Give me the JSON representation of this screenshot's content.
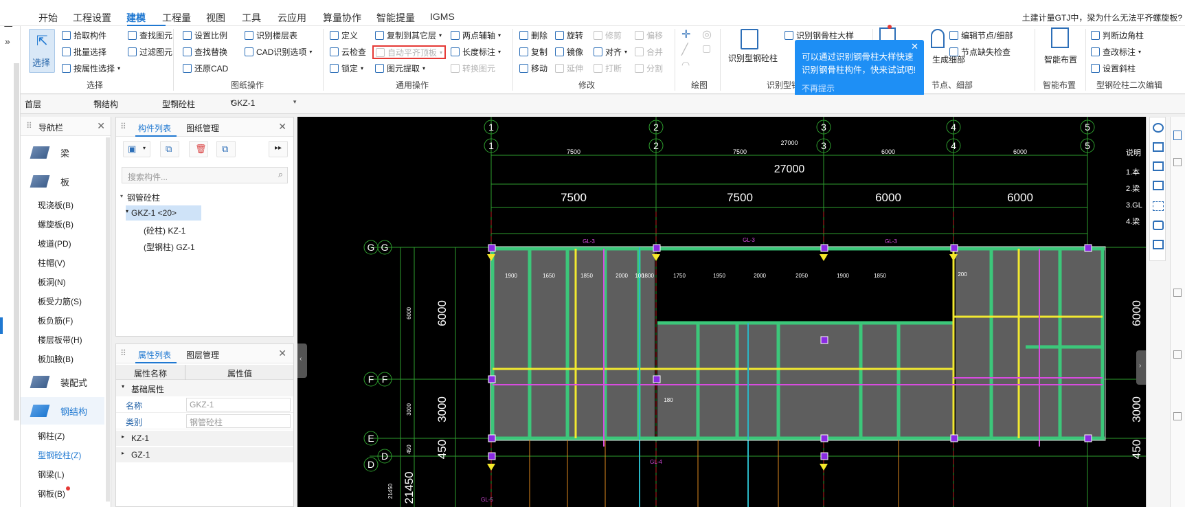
{
  "menu": {
    "tabs": [
      "开始",
      "工程设置",
      "建模",
      "工程量",
      "视图",
      "工具",
      "云应用",
      "算量协作",
      "智能提量",
      "IGMS"
    ],
    "active_tab": "建模",
    "banner": "土建计量GTJ中，梁为什么无法平齐螺旋板?"
  },
  "ribbon": {
    "select_label": "选择",
    "select_group": "选择",
    "g1": [
      "拾取构件",
      "批量选择",
      "按属性选择"
    ],
    "g2": [
      "查找图元",
      "过滤图元"
    ],
    "g3": [
      "设置比例",
      "查找替换",
      "还原CAD"
    ],
    "g4": [
      "识别楼层表",
      "CAD识别选项"
    ],
    "g34_label": "图纸操作",
    "g5": [
      "定义",
      "云检查",
      "锁定"
    ],
    "g6": [
      "复制到其它层",
      "自动平齐顶板",
      "图元提取"
    ],
    "g7": [
      "两点辅轴",
      "长度标注",
      "转换图元"
    ],
    "g57_label": "通用操作",
    "g8": [
      "删除",
      "复制",
      "移动"
    ],
    "g9": [
      "旋转",
      "镜像",
      "延伸"
    ],
    "g10": [
      "修剪",
      "对齐",
      "打断"
    ],
    "g11": [
      "偏移",
      "合并",
      "分割"
    ],
    "g8_label": "修改",
    "draw_label": "绘图",
    "steel_big": "识别型钢砼柱",
    "steel_small": "识别钢骨柱大样",
    "steel_label": "识别型钢",
    "node_big": "生成细部",
    "node_items": [
      "编辑节点/细部",
      "节点缺失检查"
    ],
    "node_label": "节点、细部",
    "smart_big": "智能布置",
    "smart_label": "智能布置",
    "sec_items": [
      "判断边角柱",
      "查改标注",
      "设置斜柱"
    ],
    "sec_label": "型钢砼柱二次编辑"
  },
  "tooltip": {
    "text": "可以通过识别钢骨柱大样快速识别钢骨柱构件，快来试试吧!",
    "dismiss": "不再提示"
  },
  "selectors": [
    "首层",
    "钢结构",
    "型钢砼柱",
    "GKZ-1"
  ],
  "nav": {
    "title": "导航栏",
    "big_items": [
      "梁",
      "板",
      "装配式",
      "钢结构"
    ],
    "slab_items": [
      "现浇板(B)",
      "螺旋板(B)",
      "坡道(PD)",
      "柱帽(V)",
      "板洞(N)",
      "板受力筋(S)",
      "板负筋(F)",
      "楼层板带(H)",
      "板加腋(B)"
    ],
    "steel_items": [
      "钢柱(Z)",
      "型钢砼柱(Z)",
      "钢梁(L)",
      "钢板(B)"
    ],
    "active_item": "型钢砼柱(Z)"
  },
  "comp_panel": {
    "tabs": [
      "构件列表",
      "图纸管理"
    ],
    "search_placeholder": "搜索构件...",
    "tree_root": "钢管砼柱",
    "tree_selected": "GKZ-1 <20>",
    "tree_children": [
      "(砼柱) KZ-1",
      "(型钢柱) GZ-1"
    ]
  },
  "prop_panel": {
    "tabs": [
      "属性列表",
      "图层管理"
    ],
    "col_name": "属性名称",
    "col_value": "属性值",
    "group": "基础属性",
    "rows": [
      {
        "name": "名称",
        "value": "GKZ-1"
      },
      {
        "name": "类别",
        "value": "钢管砼柱"
      }
    ],
    "sub": [
      "GZ-1"
    ],
    "sub_kz": "KZ-1"
  },
  "cad": {
    "axis_top": [
      "1",
      "2",
      "3",
      "4",
      "5"
    ],
    "axis_left": [
      "G",
      "F",
      "E",
      "D"
    ],
    "total": "27000",
    "spans": [
      "7500",
      "7500",
      "6000",
      "6000"
    ],
    "right_dims": [
      "6000",
      "3000",
      "450"
    ],
    "left_dims": [
      "6000",
      "3000",
      "450",
      "21450"
    ],
    "left_small": [
      "6000",
      "3000",
      "450",
      "21450"
    ],
    "beam_dims": [
      "1900",
      "1650",
      "1850",
      "2000",
      "100",
      "1800",
      "1750",
      "1950",
      "2000",
      "2050",
      "1900",
      "1850"
    ],
    "beam_labels": [
      "GL-3",
      "GL-3",
      "GL-3",
      "GL-4",
      "GL-5"
    ],
    "misc": [
      "200",
      "180"
    ],
    "notes": [
      "说明",
      "1.本",
      "2.梁",
      "3.GL",
      "4.梁"
    ]
  }
}
